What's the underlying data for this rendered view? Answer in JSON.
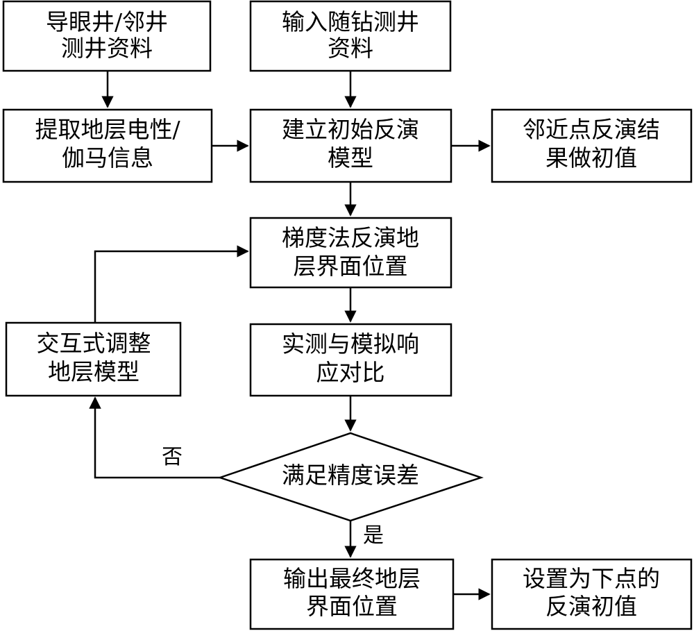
{
  "nodes": {
    "guide_well": [
      "导眼井/邻井",
      "测井资料"
    ],
    "lwd_input": [
      "输入随钻测井",
      "资料"
    ],
    "extract": [
      "提取地层电性/",
      "伽马信息"
    ],
    "initial_model": [
      "建立初始反演",
      "模型"
    ],
    "neighbor_init": [
      "邻近点反演结",
      "果做初值"
    ],
    "gradient_inversion": [
      "梯度法反演地",
      "层界面位置"
    ],
    "compare": [
      "实测与模拟响",
      "应对比"
    ],
    "interactive_adjust": [
      "交互式调整",
      "地层模型"
    ],
    "decision": [
      "满足精度误差"
    ],
    "output": [
      "输出最终地层",
      "界面位置"
    ],
    "set_next": [
      "设置为下点的",
      "反演初值"
    ]
  },
  "labels": {
    "no": "否",
    "yes": "是"
  },
  "colors": {
    "stroke": "#000000",
    "fill": "#ffffff",
    "text": "#000000"
  }
}
